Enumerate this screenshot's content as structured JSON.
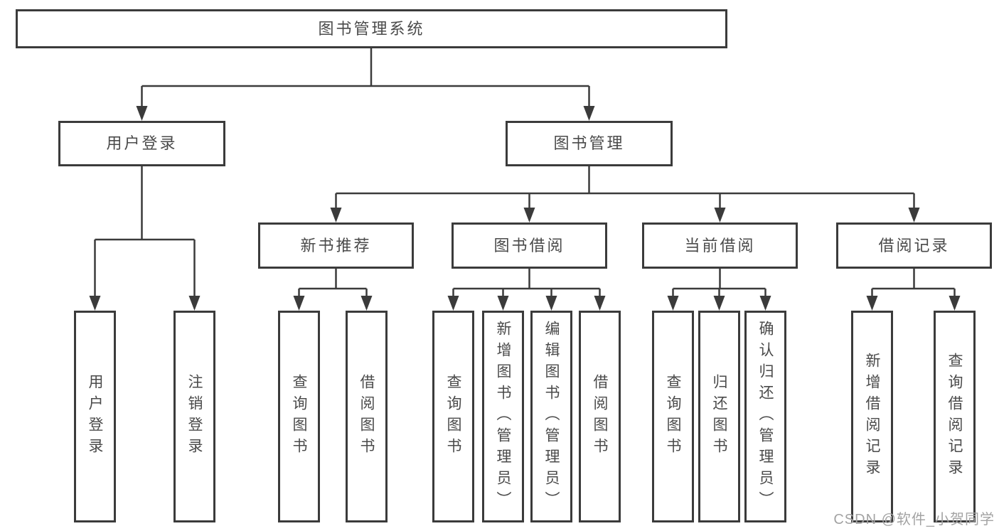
{
  "diagram": {
    "root": {
      "label": "图书管理系统"
    },
    "branches": {
      "user_login": {
        "label": "用户登录"
      },
      "book_management": {
        "label": "图书管理"
      }
    },
    "modules": {
      "new_book_recommend": {
        "label": "新书推荐"
      },
      "book_borrowing": {
        "label": "图书借阅"
      },
      "current_borrowing": {
        "label": "当前借阅"
      },
      "borrowing_records": {
        "label": "借阅记录"
      }
    },
    "functions": {
      "user_login": {
        "label": "用户登录"
      },
      "logout": {
        "label": "注销登录"
      },
      "rec_query_books": {
        "label": "查询图书"
      },
      "rec_borrow_books": {
        "label": "借阅图书"
      },
      "bb_query_books": {
        "label": "查询图书"
      },
      "bb_add_books": {
        "label": "新增图书（管理员）"
      },
      "bb_edit_books": {
        "label": "编辑图书（管理员）"
      },
      "bb_borrow_books": {
        "label": "借阅图书"
      },
      "cb_query_books": {
        "label": "查询图书"
      },
      "cb_return_books": {
        "label": "归还图书"
      },
      "cb_confirm_return": {
        "label": "确认归还（管理员）"
      },
      "br_add_record": {
        "label": "新增借阅记录"
      },
      "br_query_record": {
        "label": "查询借阅记录"
      }
    }
  },
  "watermark": {
    "text": "CSDN @软件_小贺同学"
  },
  "colors": {
    "line": "#3b3b3b",
    "text": "#4a4a4a",
    "box_background": "#ffffff",
    "page_background": "#ffffff",
    "watermark": "#a3a3a3"
  }
}
